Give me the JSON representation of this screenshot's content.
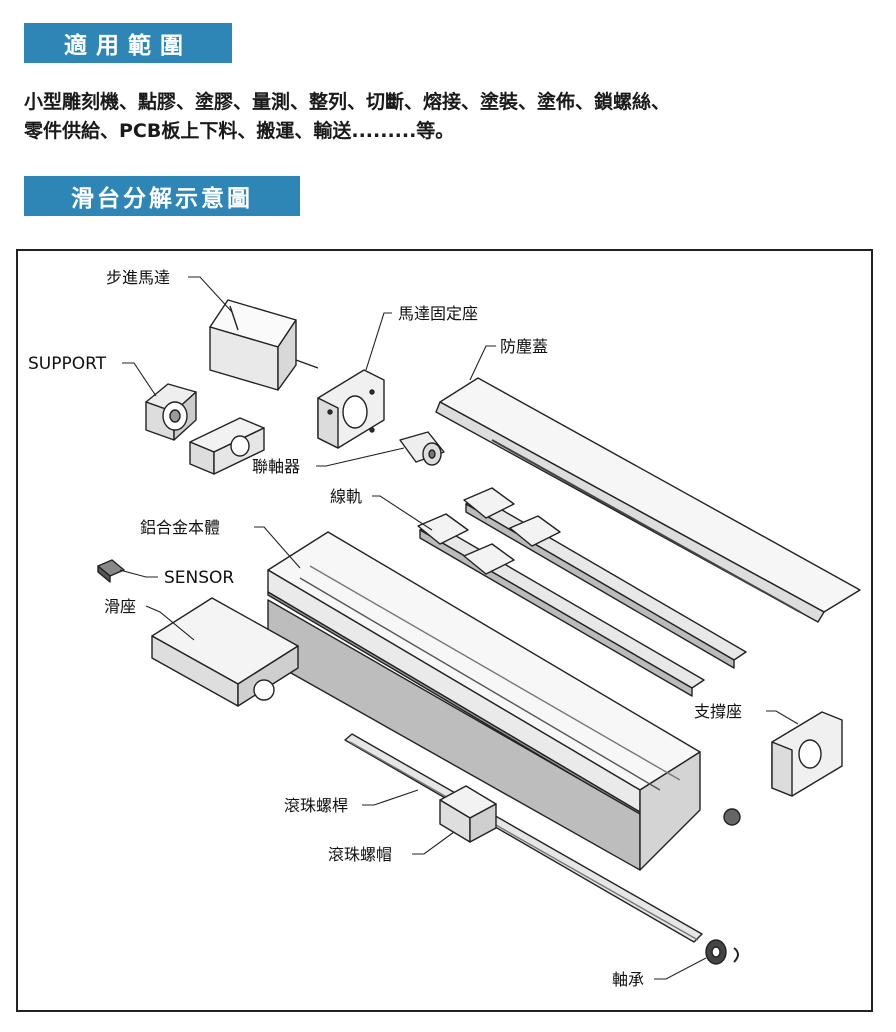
{
  "section_usage": {
    "title": "適用範圍"
  },
  "usage_text": {
    "line1": "小型雕刻機、點膠、塗膠、量測、整列、切斷、熔接、塗裝、塗佈、鎖螺絲、",
    "line2": "零件供給、PCB板上下料、搬運、輸送.........等。"
  },
  "section_diagram": {
    "title": "滑台分解示意圖"
  },
  "labels": {
    "stepper_motor": "步進馬達",
    "motor_mount": "馬達固定座",
    "dust_cover": "防塵蓋",
    "support": "SUPPORT",
    "coupling": "聯軸器",
    "linear_rail": "線軌",
    "aluminum_body": "鋁合金本體",
    "sensor": "SENSOR",
    "slide_seat": "滑座",
    "support_seat": "支撐座",
    "ball_screw": "滾珠螺桿",
    "ball_nut": "滾珠螺帽",
    "bearing": "軸承"
  }
}
